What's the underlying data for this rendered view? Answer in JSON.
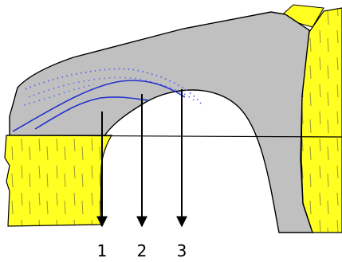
{
  "labels": [
    "1",
    "2",
    "3"
  ],
  "colors": {
    "background": "#ffffff",
    "panel": "#c0c0c0",
    "outline": "#000000",
    "fill_yellow": "#ffff22",
    "straw_lines": "#9a9a30",
    "blue_line": "#2233cc",
    "dots": "#5566ee",
    "arrow": "#000000"
  },
  "icons": {
    "straw_fill": "hay-texture",
    "arrow": "down-arrow"
  }
}
